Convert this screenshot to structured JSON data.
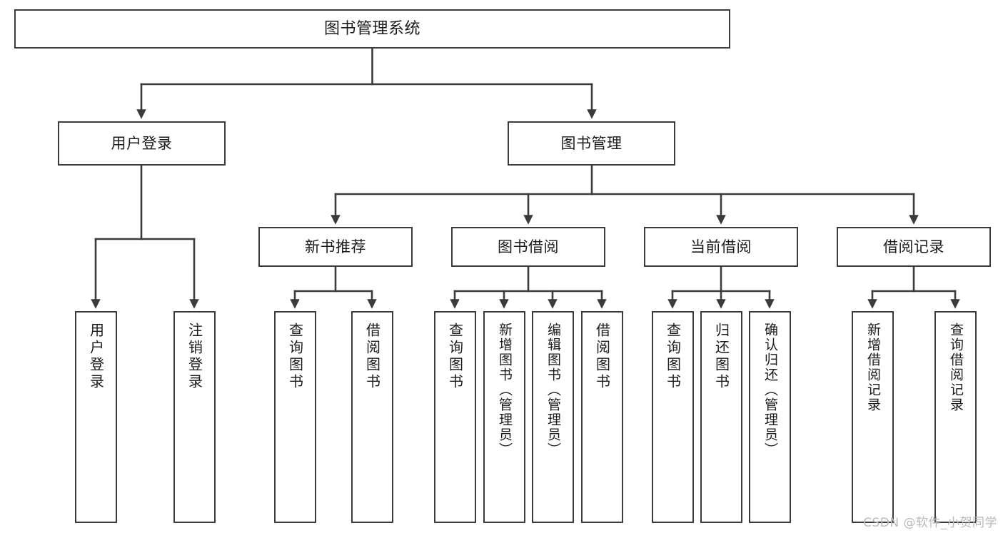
{
  "diagram": {
    "title": "图书管理系统",
    "watermark": "CSDN @软件_小贺同学",
    "colors": {
      "box_border": "#3b3b3b",
      "box_fill": "#ffffff",
      "connector": "#3b3b3b",
      "text": "#1b1b1b",
      "watermark": "#b9b9b9"
    },
    "levels": {
      "root": {
        "label": "图书管理系统"
      },
      "level2": [
        {
          "id": "user-login",
          "label": "用户登录"
        },
        {
          "id": "book-manage",
          "label": "图书管理"
        }
      ],
      "level3": [
        {
          "id": "new-book-rec",
          "label": "新书推荐",
          "parent": "book-manage"
        },
        {
          "id": "book-borrow",
          "label": "图书借阅",
          "parent": "book-manage"
        },
        {
          "id": "current-borrow",
          "label": "当前借阅",
          "parent": "book-manage"
        },
        {
          "id": "borrow-record",
          "label": "借阅记录",
          "parent": "book-manage"
        }
      ],
      "leaves": [
        {
          "id": "leaf-user-login",
          "label": "用户登录",
          "parent": "user-login"
        },
        {
          "id": "leaf-user-logout",
          "label": "注销登录",
          "parent": "user-login"
        },
        {
          "id": "leaf-query-book-1",
          "label": "查询图书",
          "parent": "new-book-rec"
        },
        {
          "id": "leaf-borrow-book-1",
          "label": "借阅图书",
          "parent": "new-book-rec"
        },
        {
          "id": "leaf-query-book-2",
          "label": "查询图书",
          "parent": "book-borrow"
        },
        {
          "id": "leaf-add-book",
          "label": "新增图书（管理员）",
          "parent": "book-borrow"
        },
        {
          "id": "leaf-edit-book",
          "label": "编辑图书（管理员）",
          "parent": "book-borrow"
        },
        {
          "id": "leaf-borrow-book-2",
          "label": "借阅图书",
          "parent": "book-borrow"
        },
        {
          "id": "leaf-query-book-3",
          "label": "查询图书",
          "parent": "current-borrow"
        },
        {
          "id": "leaf-return-book",
          "label": "归还图书",
          "parent": "current-borrow"
        },
        {
          "id": "leaf-confirm-return",
          "label": "确认归还（管理员）",
          "parent": "current-borrow"
        },
        {
          "id": "leaf-add-record",
          "label": "新增借阅记录",
          "parent": "borrow-record"
        },
        {
          "id": "leaf-query-record",
          "label": "查询借阅记录",
          "parent": "borrow-record"
        }
      ]
    }
  }
}
